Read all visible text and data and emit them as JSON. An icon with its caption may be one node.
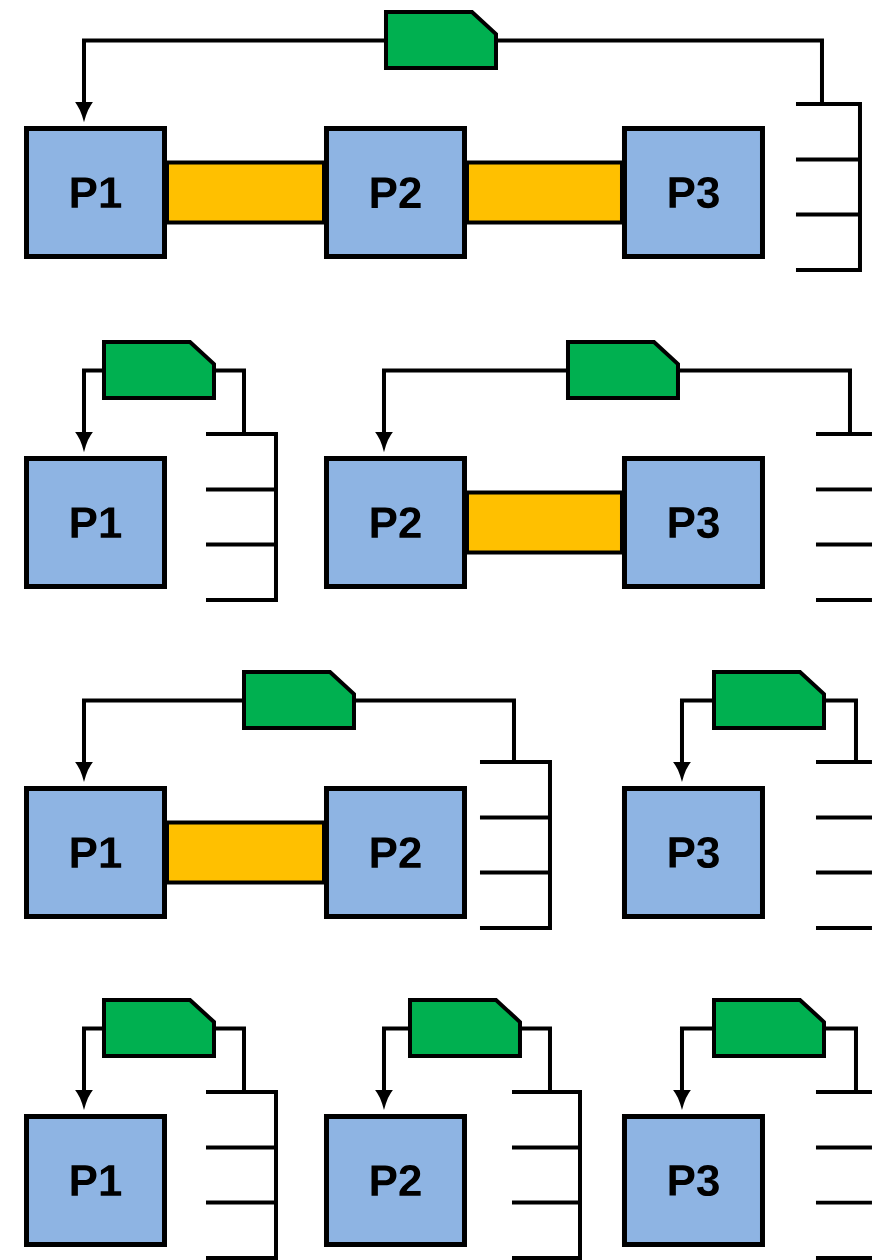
{
  "diagram": {
    "nodes": [
      {
        "text": [],
        "shape": "tag"
      },
      {
        "text": [
          "P1"
        ]
      },
      {
        "text": [
          "P2"
        ]
      },
      {
        "text": [
          "P3"
        ]
      },
      {
        "text": [],
        "shape": "queue"
      },
      {
        "text": [],
        "shape": "tag"
      },
      {
        "text": [
          "P1"
        ]
      },
      {
        "text": [],
        "shape": "queue"
      },
      {
        "text": [],
        "shape": "tag"
      },
      {
        "text": [
          "P2"
        ]
      },
      {
        "text": [
          "P3"
        ]
      },
      {
        "text": [],
        "shape": "queue"
      },
      {
        "text": [],
        "shape": "tag"
      },
      {
        "text": [
          "P1"
        ]
      },
      {
        "text": [
          "P2"
        ]
      },
      {
        "text": [],
        "shape": "queue"
      },
      {
        "text": [],
        "shape": "tag"
      },
      {
        "text": [
          "P3"
        ]
      },
      {
        "text": [],
        "shape": "queue"
      },
      {
        "text": [],
        "shape": "tag"
      },
      {
        "text": [
          "P1"
        ]
      },
      {
        "text": [],
        "shape": "queue"
      },
      {
        "text": [],
        "shape": "tag"
      },
      {
        "text": [
          "P2"
        ]
      },
      {
        "text": [],
        "shape": "queue"
      },
      {
        "text": [],
        "shape": "tag"
      },
      {
        "text": [
          "P3"
        ]
      },
      {
        "text": [],
        "shape": "queue"
      }
    ],
    "edges": [
      {
        "from": 4,
        "to": 0,
        "arrow": "none"
      },
      {
        "from": 0,
        "to": 1,
        "arrow": "to"
      },
      {
        "from": 1,
        "to": 2,
        "arrow": "none",
        "style": "thick",
        "color": "#ffc000"
      },
      {
        "from": 2,
        "to": 3,
        "arrow": "none",
        "style": "thick",
        "color": "#ffc000"
      },
      {
        "from": 7,
        "to": 5,
        "arrow": "none"
      },
      {
        "from": 5,
        "to": 6,
        "arrow": "to"
      },
      {
        "from": 11,
        "to": 8,
        "arrow": "none"
      },
      {
        "from": 8,
        "to": 9,
        "arrow": "to"
      },
      {
        "from": 9,
        "to": 10,
        "arrow": "none",
        "style": "thick",
        "color": "#ffc000"
      },
      {
        "from": 15,
        "to": 12,
        "arrow": "none"
      },
      {
        "from": 12,
        "to": 13,
        "arrow": "to"
      },
      {
        "from": 13,
        "to": 14,
        "arrow": "none",
        "style": "thick",
        "color": "#ffc000"
      },
      {
        "from": 18,
        "to": 16,
        "arrow": "none"
      },
      {
        "from": 16,
        "to": 17,
        "arrow": "to"
      },
      {
        "from": 21,
        "to": 19,
        "arrow": "none"
      },
      {
        "from": 19,
        "to": 20,
        "arrow": "to"
      },
      {
        "from": 24,
        "to": 22,
        "arrow": "none"
      },
      {
        "from": 22,
        "to": 23,
        "arrow": "to"
      },
      {
        "from": 27,
        "to": 25,
        "arrow": "none"
      },
      {
        "from": 25,
        "to": 26,
        "arrow": "to"
      }
    ]
  }
}
